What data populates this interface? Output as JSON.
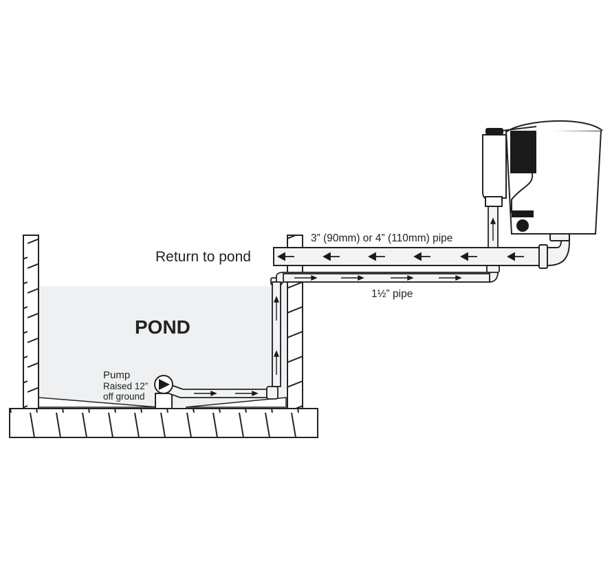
{
  "labels": {
    "pond": "POND",
    "return": "Return to pond",
    "big_pipe": "3” (90mm) or 4” (110mm) pipe",
    "small_pipe": "1½” pipe",
    "pump_title": "Pump",
    "pump_raised": "Raised 12”",
    "pump_ground": "off ground"
  },
  "colors": {
    "line": "#222222",
    "water": "#eef0f1",
    "pipe_fill": "#f2f3f4",
    "dark": "#1a1a1a"
  },
  "icons": {
    "pump": "pump-icon",
    "filter": "filter-unit-icon",
    "flow_arrow": "flow-arrow-icon"
  }
}
